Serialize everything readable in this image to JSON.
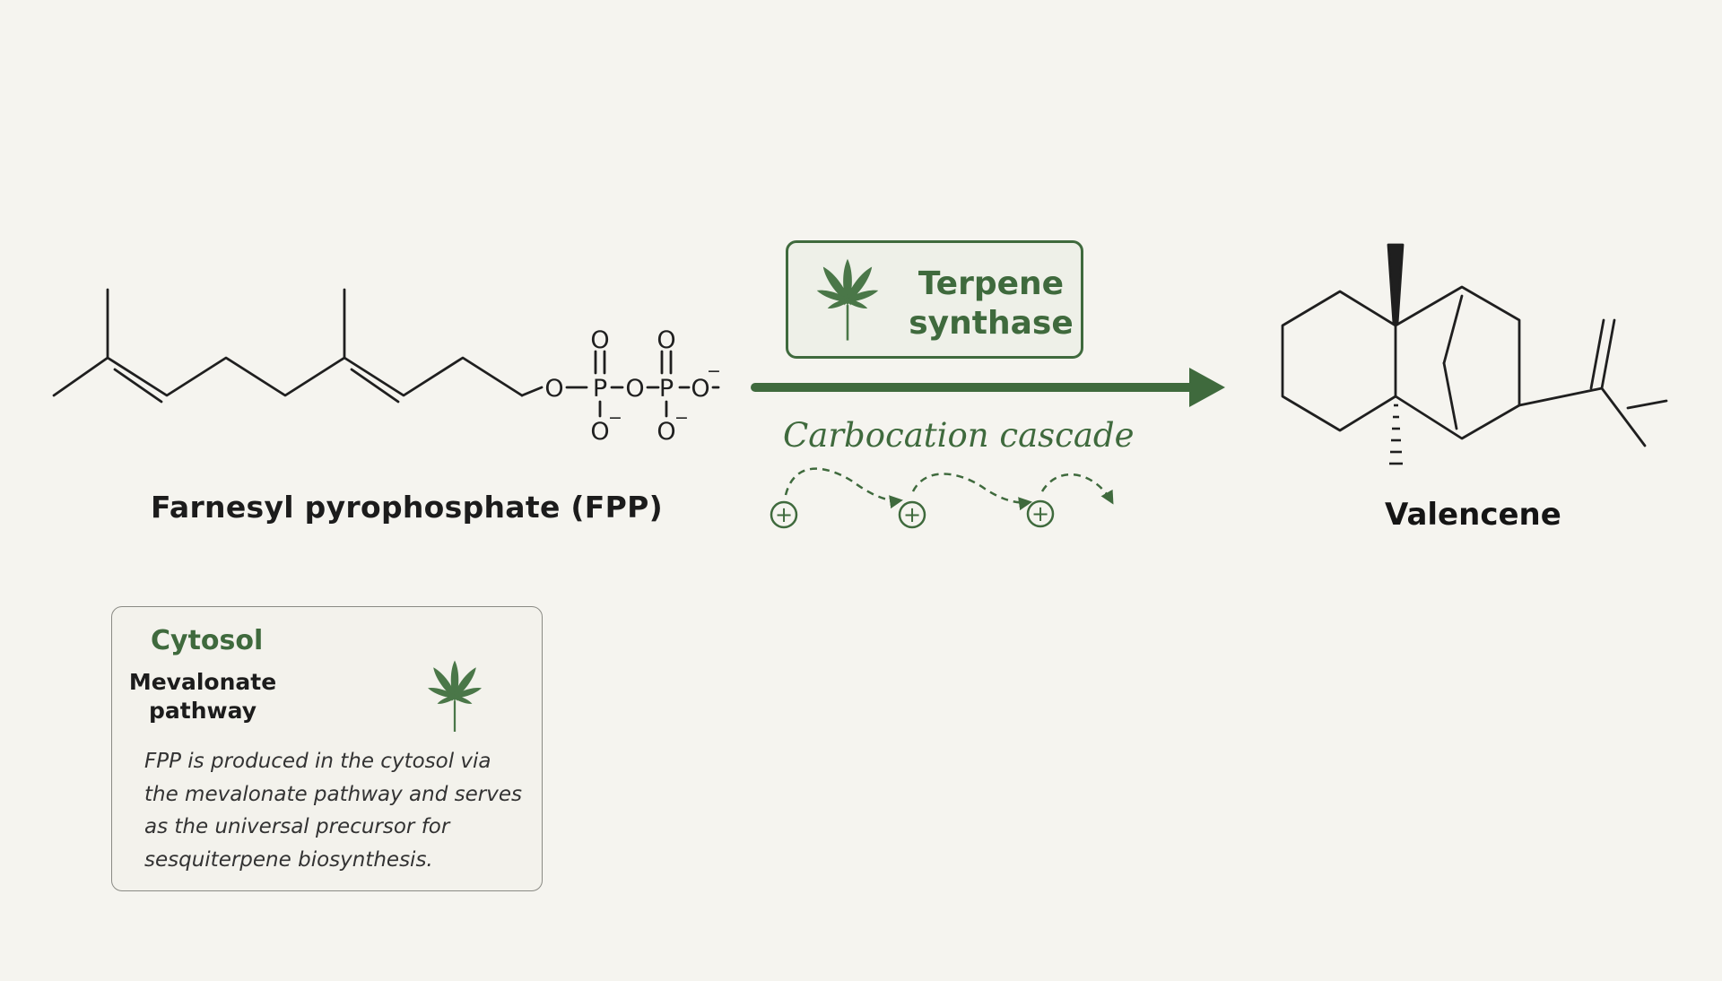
{
  "substrate": {
    "name": "Farnesyl pyrophosphate (FPP)",
    "atoms": {
      "oxygen": "O",
      "phosphorus": "P",
      "charge": "−"
    }
  },
  "product": {
    "name": "Valencene"
  },
  "enzyme": {
    "line1": "Terpene",
    "line2": "synthase",
    "icon": "cannabis-leaf-icon"
  },
  "reaction": {
    "mechanism": "Carbocation cascade",
    "cation_symbol": "+"
  },
  "cytosol": {
    "title": "Cytosol",
    "pathway_line1": "Mevalonate",
    "pathway_line2": "pathway",
    "icon": "cannabis-leaf-icon",
    "description": "FPP is produced in the cytosol via the mevalonate pathway and serves as the universal precursor for sesquiterpene biosynthesis."
  },
  "colors": {
    "accent": "#3f6a3d",
    "background": "#f5f4ef",
    "ink": "#1c1c1c",
    "leaf": "#4a7748"
  }
}
